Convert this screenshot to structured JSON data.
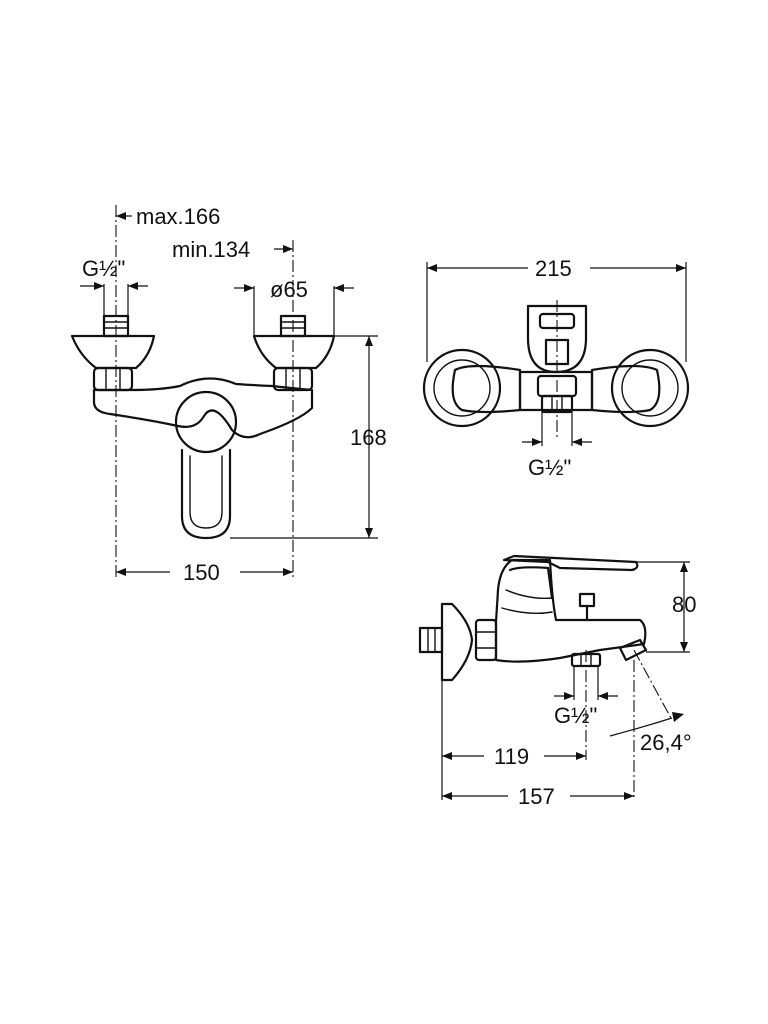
{
  "views": {
    "front": {
      "max_spacing": "max.166",
      "min_spacing": "min.134",
      "inlet_thread": "G½\"",
      "flange_diameter": "ø65",
      "height": "168",
      "centers": "150"
    },
    "top": {
      "width": "215",
      "outlet_thread": "G½\""
    },
    "side": {
      "height": "80",
      "outlet_thread": "G½\"",
      "spout_projection": "119",
      "total_depth": "157",
      "spout_angle": "26,4°"
    }
  }
}
